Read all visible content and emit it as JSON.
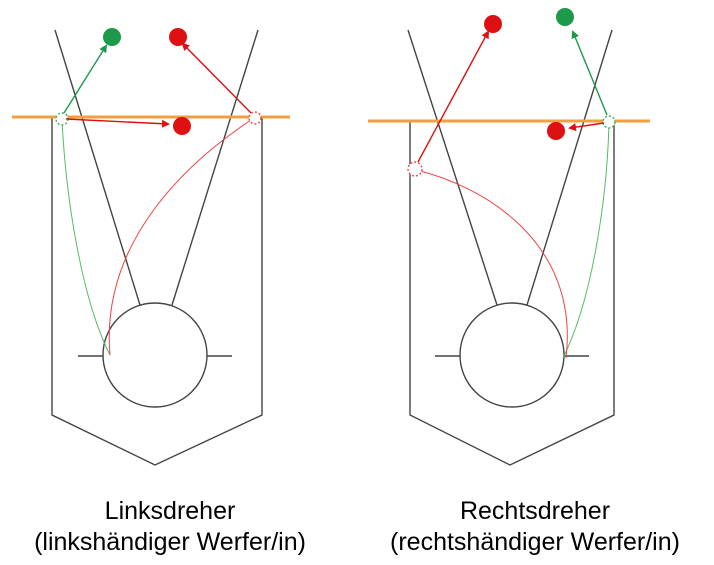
{
  "colors": {
    "outline": "#444444",
    "bar": "#f0a040",
    "success": "#1c9a4a",
    "fail": "#dd1111",
    "success_path": "#55bb66",
    "fail_path": "#ee4444"
  },
  "panels": [
    {
      "title": "Linksdreher",
      "subtitle": "(linkshändiger Werfer/in)"
    },
    {
      "title": "Rechtsdreher",
      "subtitle": "(rechtshändiger Werfer/in)"
    }
  ]
}
